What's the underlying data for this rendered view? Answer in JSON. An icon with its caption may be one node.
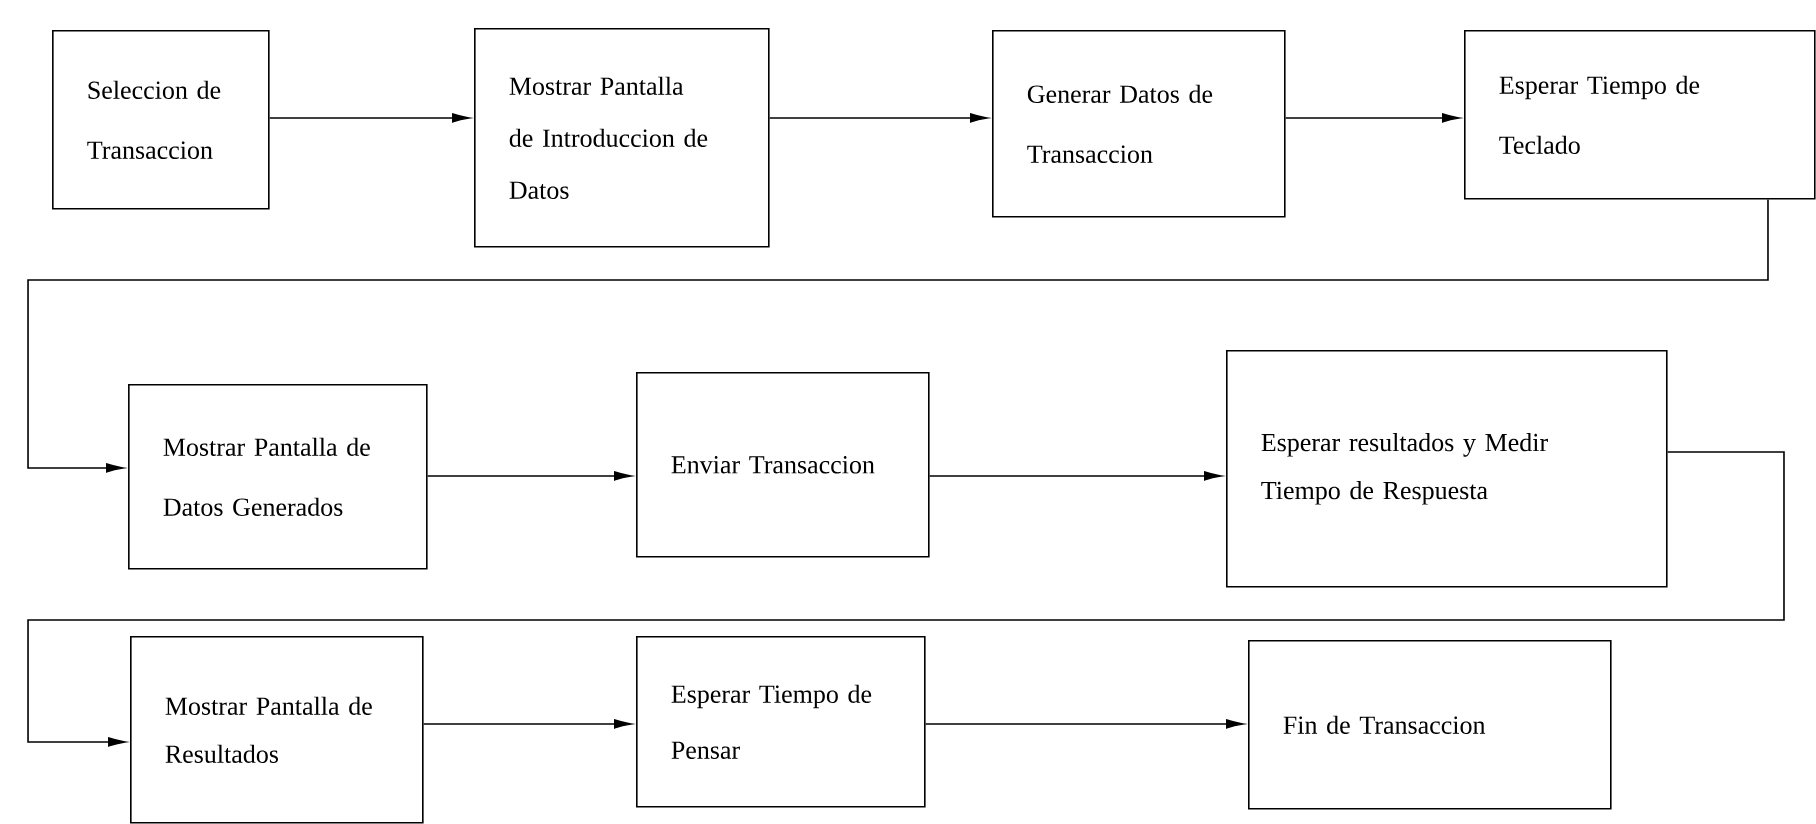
{
  "diagram": {
    "nodes": [
      {
        "text": [
          "Seleccion de Transaccion"
        ]
      },
      {
        "text": [
          "Mostrar Pantalla de Introduccion de Datos"
        ]
      },
      {
        "text": [
          "Generar Datos de Transaccion"
        ]
      },
      {
        "text": [
          "Esperar Tiempo de Teclado"
        ]
      },
      {
        "text": [
          "Mostrar Pantalla de Datos Generados"
        ]
      },
      {
        "text": [
          "Enviar Transaccion"
        ]
      },
      {
        "text": [
          "Esperar resultados y Medir Tiempo de Respuesta"
        ]
      },
      {
        "text": [
          "Mostrar Pantalla de Resultados"
        ]
      },
      {
        "text": [
          "Esperar Tiempo de Pensar"
        ]
      },
      {
        "text": [
          "Fin de Transaccion"
        ]
      }
    ],
    "edges": [
      {
        "from": 0,
        "to": 1,
        "arrow": "to"
      },
      {
        "from": 1,
        "to": 2,
        "arrow": "to"
      },
      {
        "from": 2,
        "to": 3,
        "arrow": "to"
      },
      {
        "from": 3,
        "to": 4,
        "arrow": "to"
      },
      {
        "from": 4,
        "to": 5,
        "arrow": "to"
      },
      {
        "from": 5,
        "to": 6,
        "arrow": "to"
      },
      {
        "from": 6,
        "to": 7,
        "arrow": "to"
      },
      {
        "from": 7,
        "to": 8,
        "arrow": "to"
      },
      {
        "from": 8,
        "to": 9,
        "arrow": "to"
      }
    ]
  }
}
